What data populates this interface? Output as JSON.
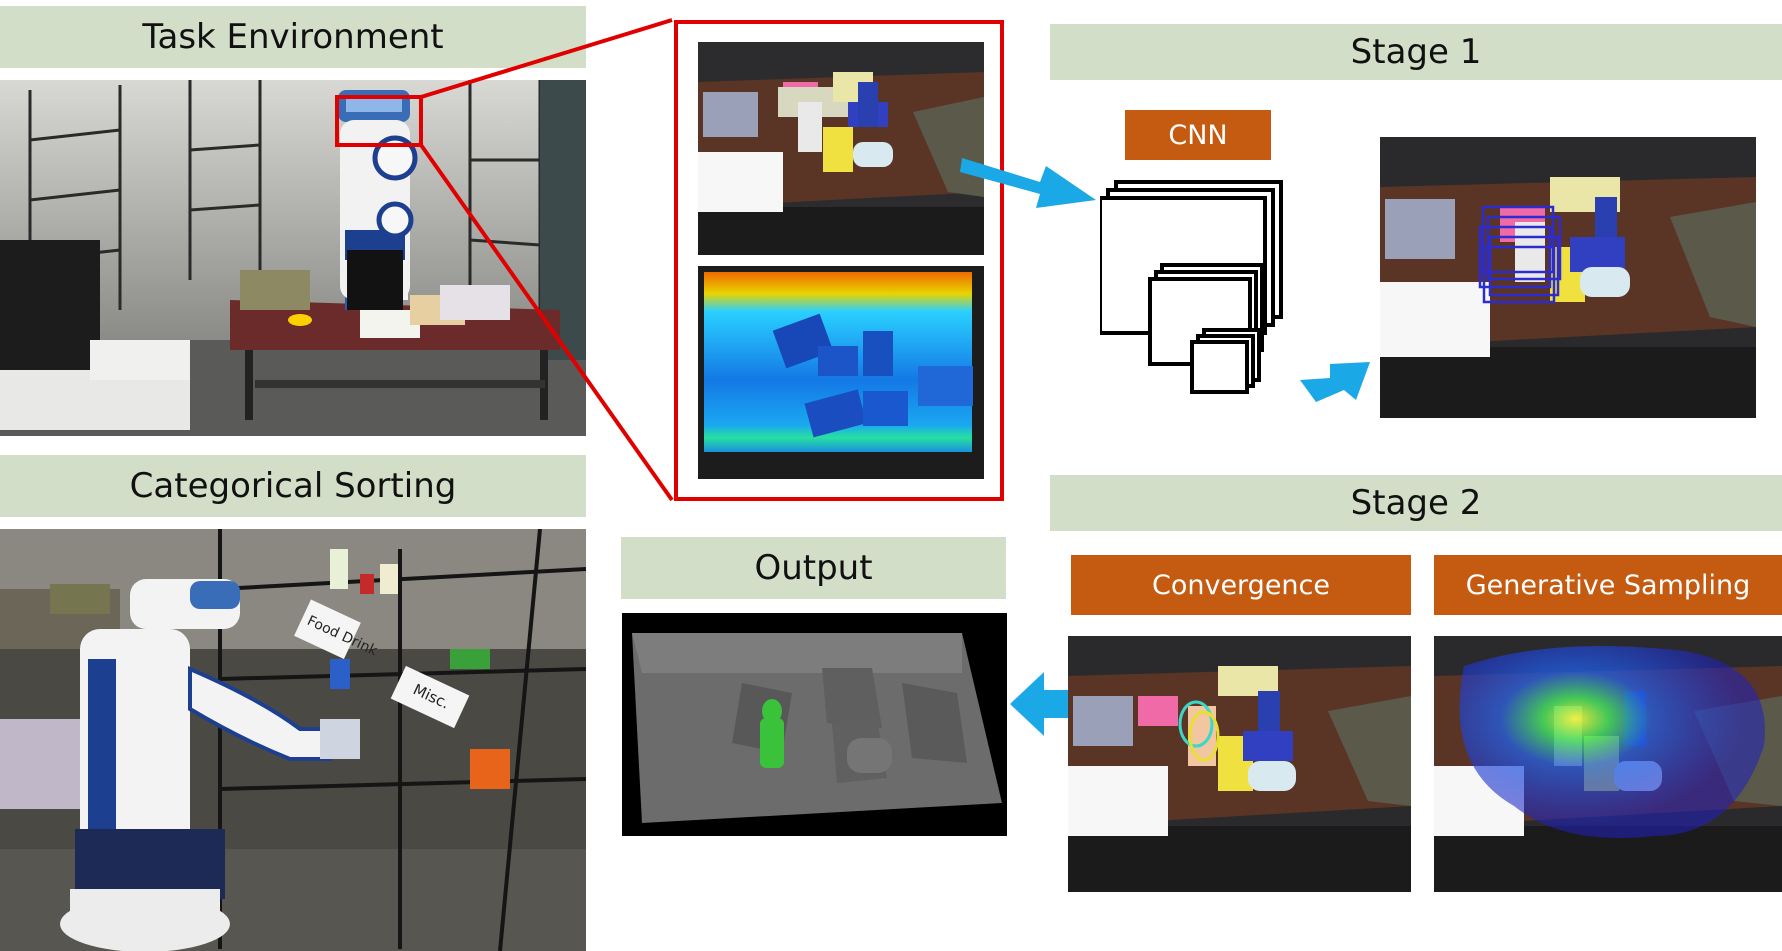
{
  "labels": {
    "task_environment": "Task Environment",
    "categorical_sorting": "Categorical Sorting",
    "output": "Output",
    "stage1": "Stage 1",
    "stage2": "Stage 2",
    "cnn": "CNN",
    "convergence": "Convergence",
    "generative_sampling": "Generative Sampling"
  },
  "shelf_signs": {
    "food_drink": "Food Drink",
    "misc": "Misc."
  },
  "colors": {
    "header_bg": "#d3dec8",
    "orange_box": "#c55a11",
    "arrow": "#1aa8e6",
    "highlight": "#e00000",
    "detection_box": "#2c2ccf",
    "segmented_object": "#39c23a"
  }
}
